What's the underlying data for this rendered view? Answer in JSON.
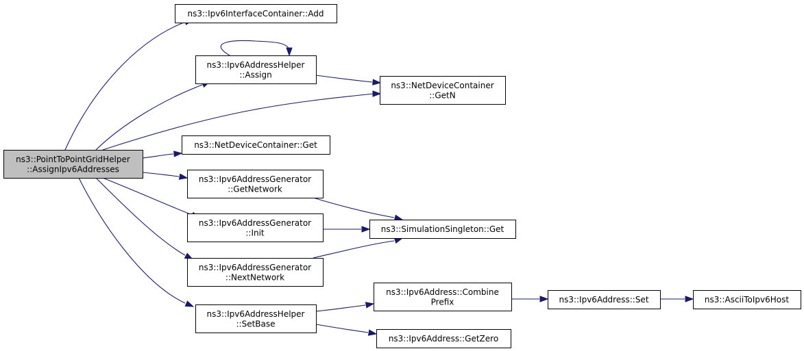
{
  "colors": {
    "edge": "#191970",
    "root_fill": "#bfbfbf",
    "node_fill": "#ffffff",
    "border": "#000000"
  },
  "root": {
    "id": "root",
    "lines": [
      "ns3::PointToPointGridHelper",
      "::AssignIpv6Addresses"
    ]
  },
  "nodes": [
    {
      "id": "ifc_add",
      "lines": [
        "ns3::Ipv6InterfaceContainer::Add"
      ]
    },
    {
      "id": "helper_assign",
      "lines": [
        "ns3::Ipv6AddressHelper",
        "::Assign"
      ]
    },
    {
      "id": "ndc_getn",
      "lines": [
        "ns3::NetDeviceContainer",
        "::GetN"
      ]
    },
    {
      "id": "ndc_get",
      "lines": [
        "ns3::NetDeviceContainer::Get"
      ]
    },
    {
      "id": "gen_getnetwork",
      "lines": [
        "ns3::Ipv6AddressGenerator",
        "::GetNetwork"
      ]
    },
    {
      "id": "gen_init",
      "lines": [
        "ns3::Ipv6AddressGenerator",
        "::Init"
      ]
    },
    {
      "id": "sim_get",
      "lines": [
        "ns3::SimulationSingleton::Get"
      ]
    },
    {
      "id": "gen_nextnetwork",
      "lines": [
        "ns3::Ipv6AddressGenerator",
        "::NextNetwork"
      ]
    },
    {
      "id": "helper_setbase",
      "lines": [
        "ns3::Ipv6AddressHelper",
        "::SetBase"
      ]
    },
    {
      "id": "addr_combine",
      "lines": [
        "ns3::Ipv6Address::Combine",
        "Prefix"
      ]
    },
    {
      "id": "addr_getzero",
      "lines": [
        "ns3::Ipv6Address::GetZero"
      ]
    },
    {
      "id": "addr_set",
      "lines": [
        "ns3::Ipv6Address::Set"
      ]
    },
    {
      "id": "ascii_host",
      "lines": [
        "ns3::AsciiToIpv6Host"
      ]
    }
  ],
  "edges": [
    {
      "from": "root",
      "to": "ifc_add"
    },
    {
      "from": "root",
      "to": "helper_assign"
    },
    {
      "from": "root",
      "to": "ndc_getn"
    },
    {
      "from": "root",
      "to": "ndc_get"
    },
    {
      "from": "root",
      "to": "gen_getnetwork"
    },
    {
      "from": "root",
      "to": "gen_init"
    },
    {
      "from": "root",
      "to": "gen_nextnetwork"
    },
    {
      "from": "root",
      "to": "helper_setbase"
    },
    {
      "from": "helper_assign",
      "to": "helper_assign"
    },
    {
      "from": "helper_assign",
      "to": "ndc_getn"
    },
    {
      "from": "gen_getnetwork",
      "to": "sim_get"
    },
    {
      "from": "gen_init",
      "to": "sim_get"
    },
    {
      "from": "gen_nextnetwork",
      "to": "sim_get"
    },
    {
      "from": "helper_setbase",
      "to": "addr_combine"
    },
    {
      "from": "helper_setbase",
      "to": "addr_getzero"
    },
    {
      "from": "addr_combine",
      "to": "addr_set"
    },
    {
      "from": "addr_set",
      "to": "ascii_host"
    }
  ]
}
